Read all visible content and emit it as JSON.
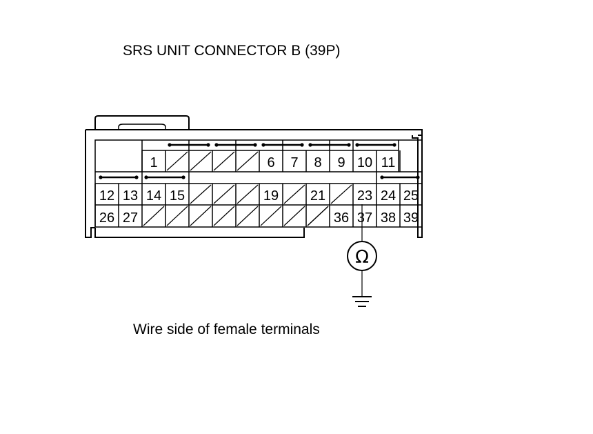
{
  "title": "SRS UNIT CONNECTOR B (39P)",
  "caption": "Wire side of female terminals",
  "meter_symbol": "Ω",
  "meter_icon": "ohmmeter-icon",
  "ground_icon": "ground-icon",
  "probe_terminal": "37",
  "rows": [
    [
      "",
      "",
      "1",
      "",
      "",
      "",
      "",
      "6",
      "7",
      "8",
      "9",
      "10",
      "11",
      ""
    ],
    [
      "12",
      "13",
      "14",
      "15",
      "",
      "",
      "",
      "19",
      "",
      "21",
      "",
      "23",
      "24",
      "25"
    ],
    [
      "26",
      "27",
      "",
      "",
      "",
      "",
      "",
      "",
      "",
      "",
      "36",
      "37",
      "38",
      "39"
    ]
  ]
}
